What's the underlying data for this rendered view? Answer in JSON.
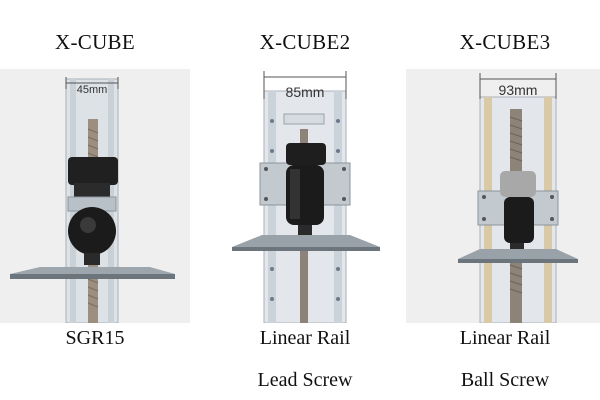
{
  "products": [
    {
      "title": "X-CUBE",
      "dimension": "45mm",
      "captions": [
        "SGR15"
      ]
    },
    {
      "title": "X-CUBE2",
      "dimension": "85mm",
      "captions": [
        "Linear Rail",
        "Lead Screw"
      ]
    },
    {
      "title": "X-CUBE3",
      "dimension": "93mm",
      "captions": [
        "Linear Rail",
        "Ball Screw"
      ]
    }
  ]
}
